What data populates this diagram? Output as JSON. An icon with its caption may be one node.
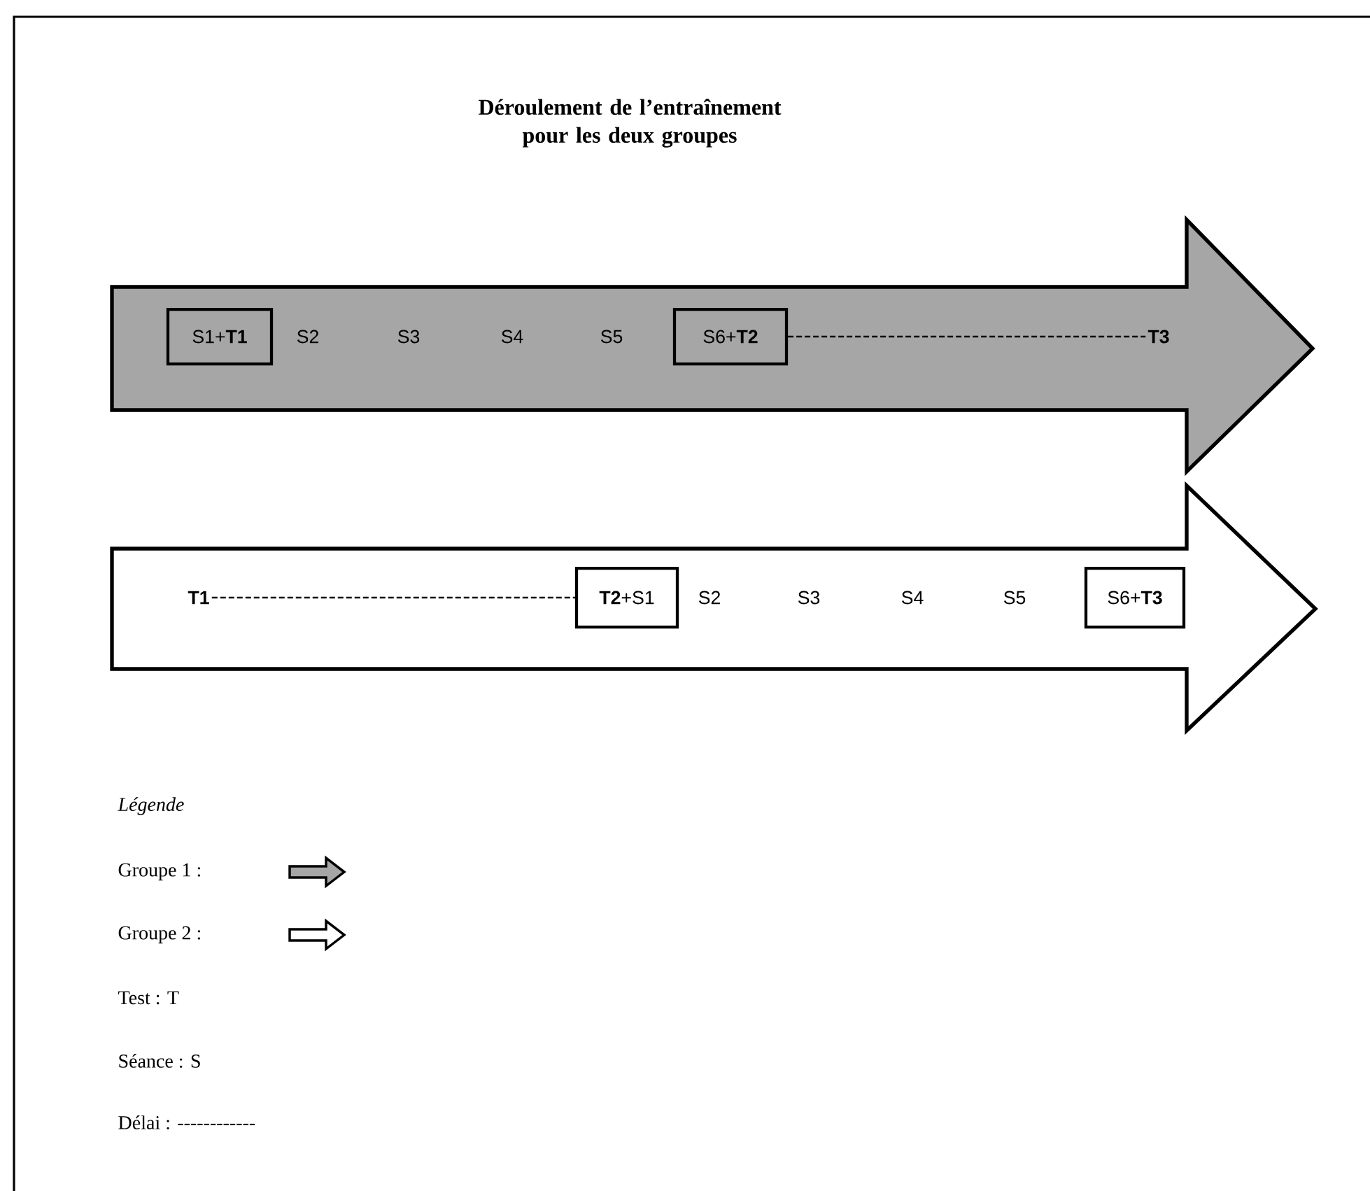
{
  "diagram": {
    "title": "Déroulement de l’entraînement pour les deux groupes",
    "nodes": [
      {
        "text": [],
        "shape": "arrow"
      },
      {
        "text": [
          "S1+**T1**"
        ],
        "in": 0
      },
      {
        "text": [
          "S6+**T2**"
        ],
        "in": 0
      },
      {
        "text": [
          "T3"
        ],
        "in": 0
      },
      {
        "text": [],
        "shape": "arrow"
      },
      {
        "text": [
          "T1"
        ],
        "in": 4
      },
      {
        "text": [
          "**T2**+S1"
        ],
        "in": 4
      },
      {
        "text": [
          "S6+**T3**"
        ],
        "in": 4
      }
    ],
    "edges": [
      {
        "from": 2,
        "to": 3,
        "arrow": "none",
        "style": "dashed"
      },
      {
        "from": 5,
        "to": 6,
        "arrow": "none",
        "style": "dashed"
      }
    ],
    "labels": [
      "S2",
      "S3",
      "S4",
      "S5",
      "S2",
      "S3",
      "S4",
      "S5",
      "Légende"
    ],
    "legend": [
      {
        "text": "Groupe 1 :"
      },
      {
        "text": "Groupe 2 :"
      },
      {
        "text": "Test : T"
      },
      {
        "text": "Séance : S"
      },
      {
        "text": "Délai : ------------"
      }
    ]
  }
}
